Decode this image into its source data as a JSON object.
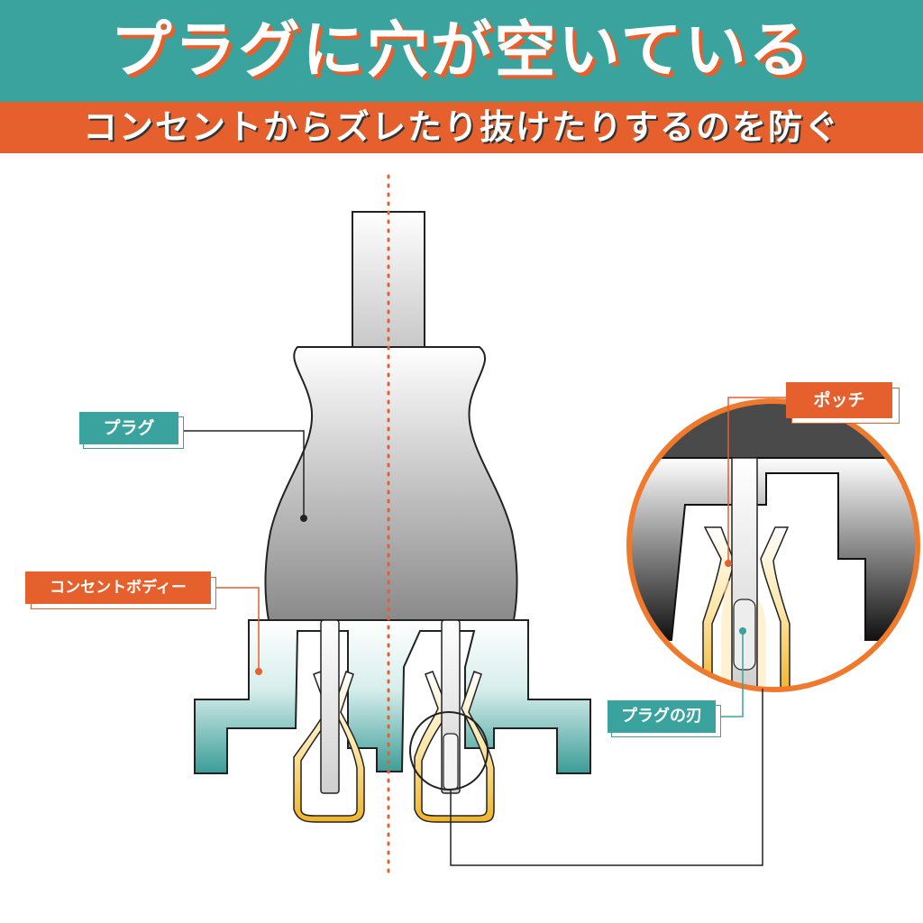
{
  "header": {
    "title": "プラグに穴が空いている",
    "subtitle": "コンセントからズレたり抜けたりするのを防ぐ"
  },
  "labels": {
    "plug": "プラグ",
    "outlet_body": "コンセントボディー",
    "notch": "ポッチ",
    "plug_blade": "プラグの刃"
  },
  "colors": {
    "teal": "#3aa39d",
    "orange": "#e5602d",
    "gold": "#f0b42a"
  }
}
